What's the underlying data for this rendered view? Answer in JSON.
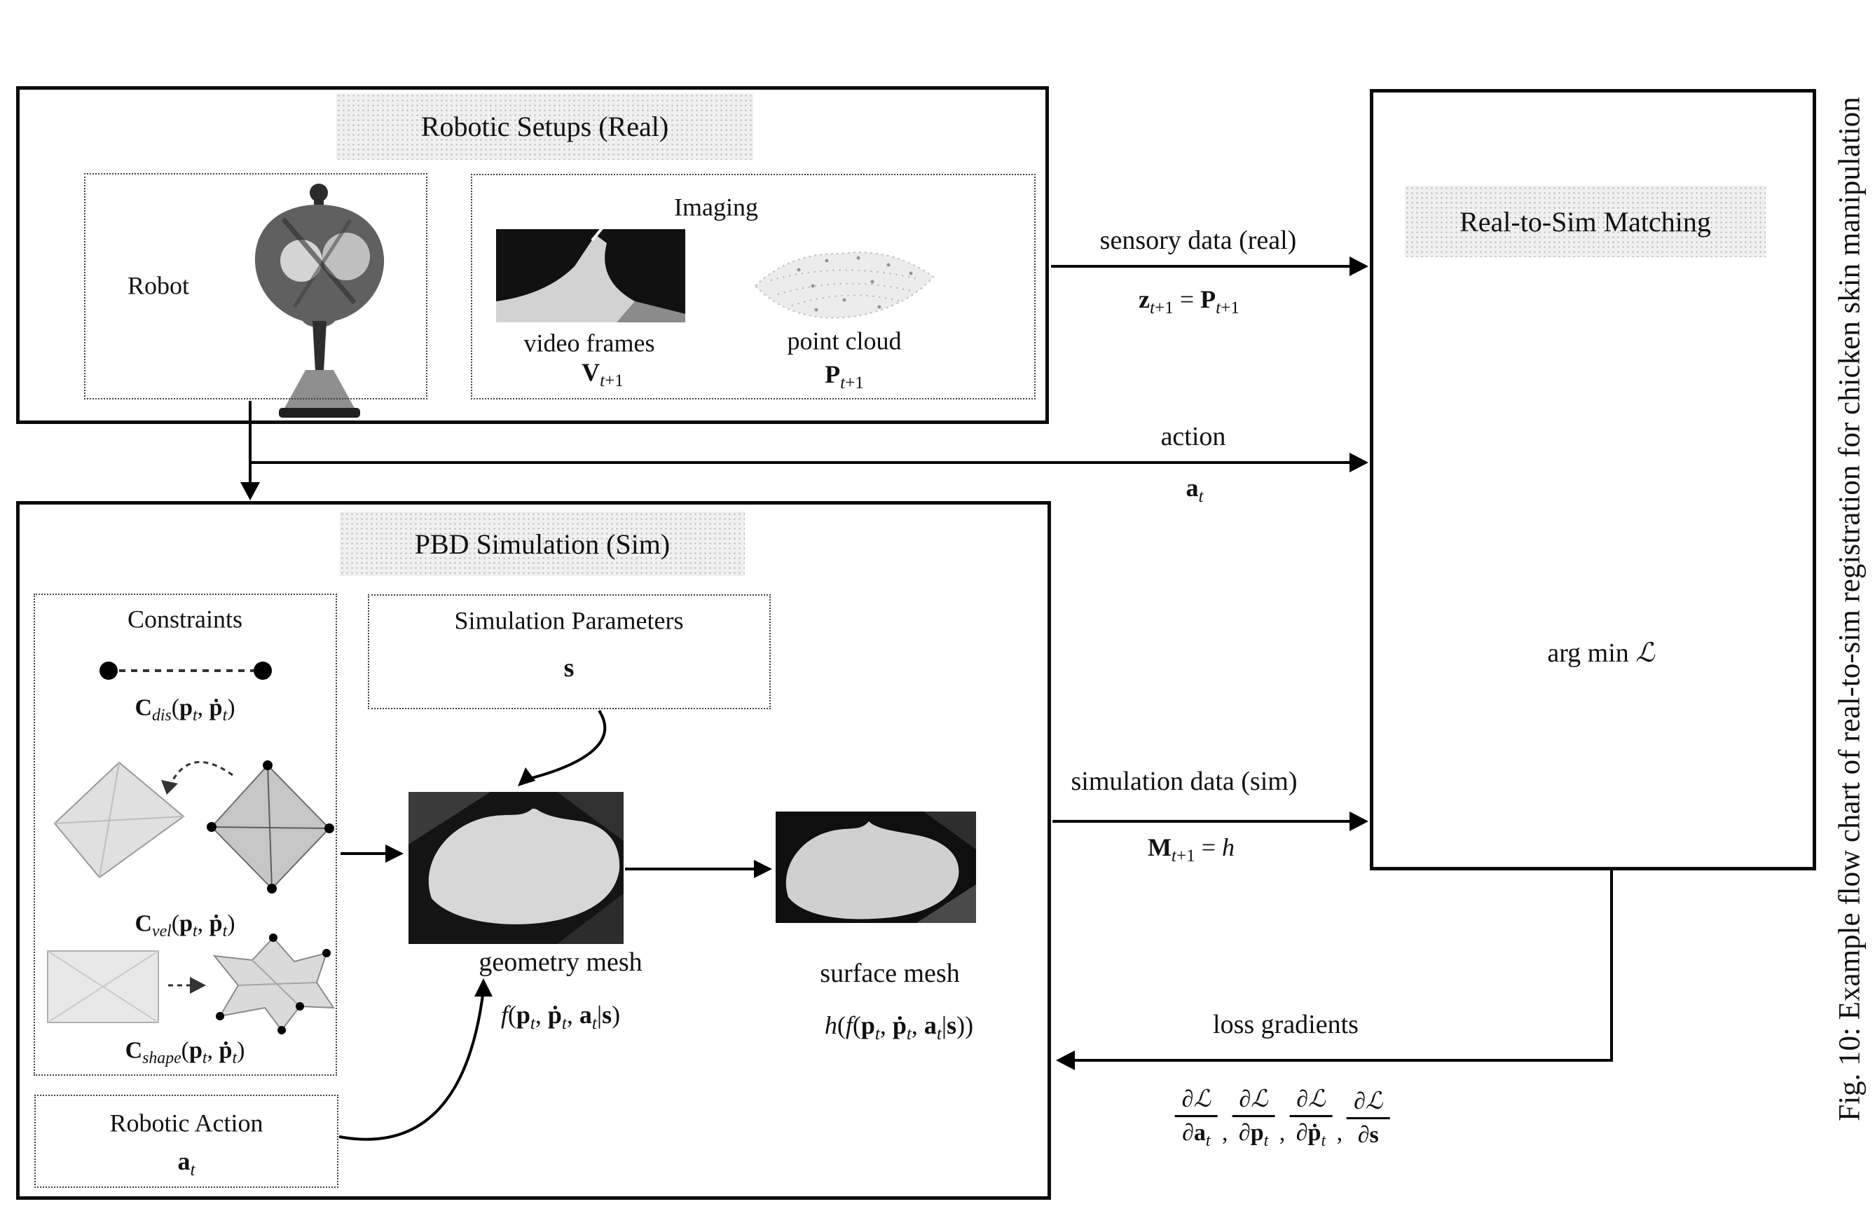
{
  "figure": {
    "caption": "Fig. 10: Example flow chart of real-to-sim registration for chicken skin manipulation"
  },
  "real_box": {
    "title": "Robotic Setups (Real)",
    "robot_panel": {
      "label": "Robot"
    },
    "imaging_panel": {
      "title": "Imaging",
      "video_label": "video frames",
      "video_formula": "<b>V</b><sub><i>t</i>+1</sub>",
      "pointcloud_label": "point cloud",
      "pointcloud_formula": "<b>P</b><sub><i>t</i>+1</sub>"
    }
  },
  "pbd_box": {
    "title": "PBD Simulation (Sim)",
    "constraints_panel": {
      "title": "Constraints",
      "c_dis": "<b>C</b><sub><i>dis</i></sub>(<b>p</b><sub><i>t</i></sub>, <b>&#7767;</b><sub><i>t</i></sub>)",
      "c_vel": "<b>C</b><sub><i>vel</i></sub>(<b>p</b><sub><i>t</i></sub>, <b>&#7767;</b><sub><i>t</i></sub>)",
      "c_shape": "<b>C</b><sub><i>shape</i></sub>(<b>p</b><sub><i>t</i></sub>, <b>&#7767;</b><sub><i>t</i></sub>)"
    },
    "sim_params_panel": {
      "title": "Simulation Parameters",
      "symbol": "<b>s</b>"
    },
    "geometry_mesh": {
      "label": "geometry mesh",
      "formula": "<i>f</i>(<b>p</b><sub><i>t</i></sub>, <b>&#7767;</b><sub><i>t</i></sub>, <b>a</b><sub><i>t</i></sub>|<b>s</b>)"
    },
    "surface_mesh": {
      "label": "surface mesh",
      "formula": "<i>h</i>(<i>f</i>(<b>p</b><sub><i>t</i></sub>, <b>&#7767;</b><sub><i>t</i></sub>, <b>a</b><sub><i>t</i></sub>|<b>s</b>))"
    },
    "robotic_action": {
      "title": "Robotic Action",
      "symbol": "<b>a</b><sub><i>t</i></sub>"
    }
  },
  "match_box": {
    "title": "Real-to-Sim Matching",
    "formula": "arg min <i>&#8466;</i>"
  },
  "edges": {
    "sensory": {
      "label": "sensory data (real)",
      "formula": "<b>z</b><sub><i>t</i>+1</sub> = <b>P</b><sub><i>t</i>+1</sub>"
    },
    "action": {
      "label": "action",
      "formula": "<b>a</b><sub><i>t</i></sub>"
    },
    "sim_data": {
      "label": "simulation data (sim)",
      "formula": "<b>M</b><sub><i>t</i>+1</sub> = <i>h</i>"
    },
    "loss": {
      "label": "loss gradients",
      "comma": ",",
      "fractions": [
        {
          "num": "&#8706;<i>&#8466;</i>",
          "den": "&#8706;<b>a</b><sub><i>t</i></sub>"
        },
        {
          "num": "&#8706;<i>&#8466;</i>",
          "den": "&#8706;<b>p</b><sub><i>t</i></sub>"
        },
        {
          "num": "&#8706;<i>&#8466;</i>",
          "den": "&#8706;<b>&#7767;</b><sub><i>t</i></sub>"
        },
        {
          "num": "&#8706;<i>&#8466;</i>",
          "den": "&#8706;<b>s</b>"
        }
      ]
    }
  }
}
